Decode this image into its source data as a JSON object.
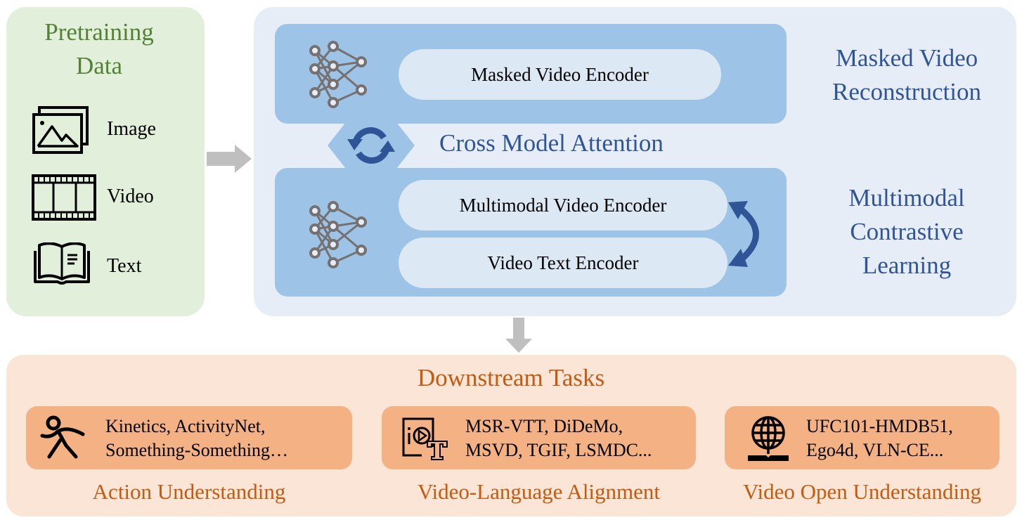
{
  "pretraining": {
    "title_line1": "Pretraining",
    "title_line2": "Data",
    "items": [
      {
        "icon": "image-icon",
        "label": "Image"
      },
      {
        "icon": "film-strip-icon",
        "label": "Video"
      },
      {
        "icon": "open-book-icon",
        "label": "Text"
      }
    ]
  },
  "model": {
    "masked_encoder_label": "Masked Video Encoder",
    "cross_attention_label": "Cross Model Attention",
    "multimodal_encoder_label": "Multimodal Video Encoder",
    "text_encoder_label": "Video Text Encoder",
    "objective_top_line1": "Masked Video",
    "objective_top_line2": "Reconstruction",
    "objective_bottom_line1": "Multimodal",
    "objective_bottom_line2": "Contrastive",
    "objective_bottom_line3": "Learning"
  },
  "downstream": {
    "title": "Downstream Tasks",
    "tasks": [
      {
        "icon": "running-person-icon",
        "line1": "Kinetics, ActivityNet,",
        "line2": "Something-Something…",
        "label": "Action Understanding"
      },
      {
        "icon": "video-text-icon",
        "line1": "MSR-VTT, DiDeMo,",
        "line2": "MSVD, TGIF, LSMDC...",
        "label": "Video-Language Alignment"
      },
      {
        "icon": "globe-book-icon",
        "line1": "UFC101-HMDB51,",
        "line2": "Ego4d, VLN-CE...",
        "label": "Video Open Understanding"
      }
    ]
  },
  "colors": {
    "pretraining_bg": "#e2efda",
    "pretraining_title": "#548235",
    "model_bg": "#e7edf7",
    "band": "#9dc3e6",
    "pill": "#dde8f5",
    "model_text": "#2f5597",
    "downstream_bg": "#fbe5d6",
    "task_box": "#f4b183",
    "downstream_text": "#c55a11",
    "flow_arrow": "#bfbfbf"
  }
}
